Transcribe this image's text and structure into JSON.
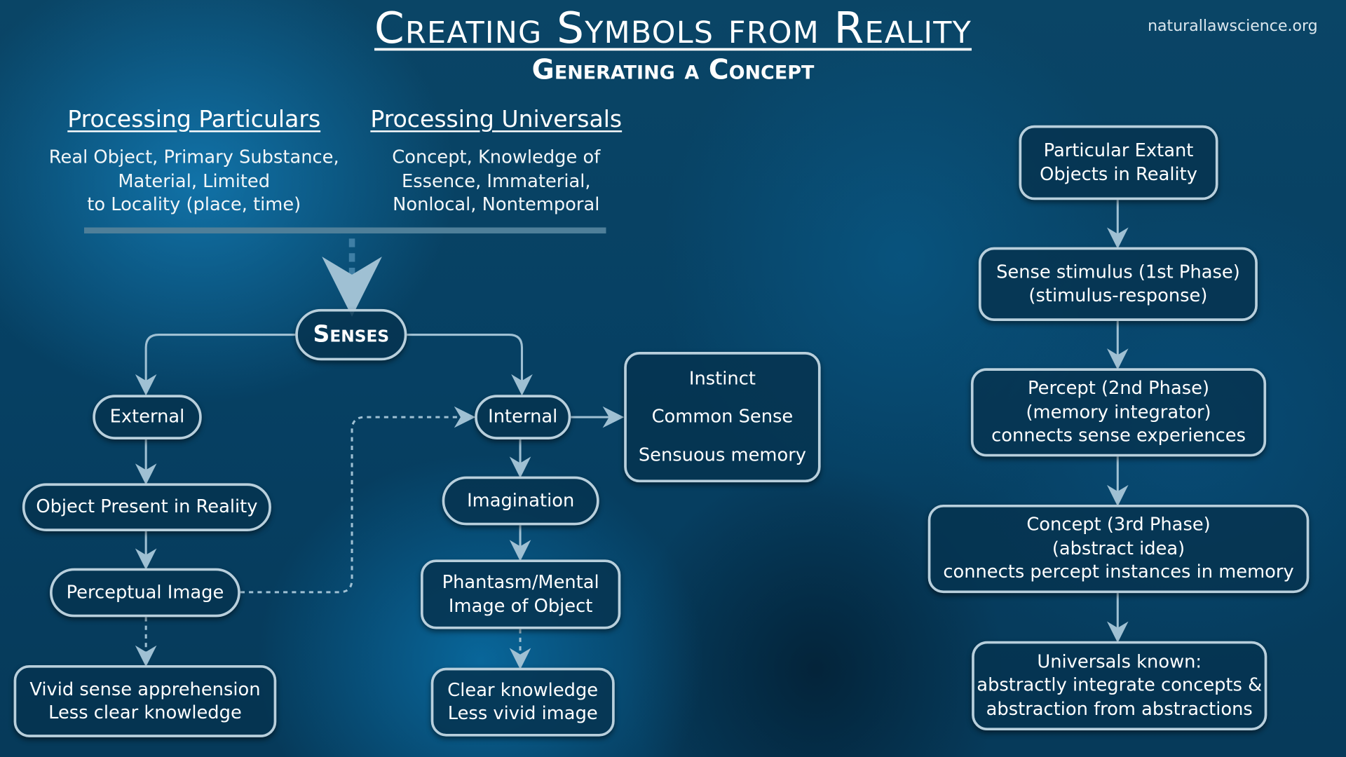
{
  "title": "Creating Symbols from Reality",
  "subtitle": "Generating a Concept",
  "site": "naturallawscience.org",
  "particulars": {
    "heading": "Processing Particulars",
    "lines": [
      "Real Object, Primary Substance,",
      "Material, Limited",
      "to Locality (place, time)"
    ]
  },
  "universals": {
    "heading": "Processing Universals",
    "lines": [
      "Concept, Knowledge of",
      "Essence, Immaterial,",
      "Nonlocal, Nontemporal"
    ]
  },
  "left": {
    "senses": "Senses",
    "external": "External",
    "internal": "Internal",
    "faculties": [
      "Instinct",
      "Common Sense",
      "Sensuous memory"
    ],
    "object_present": "Object Present in Reality",
    "perceptual_image": "Perceptual Image",
    "vivid": [
      "Vivid sense apprehension",
      "Less clear knowledge"
    ],
    "imagination": "Imagination",
    "phantasm": [
      "Phantasm/Mental",
      "Image of Object"
    ],
    "clear": [
      "Clear knowledge",
      "Less vivid image"
    ]
  },
  "right": {
    "particular": [
      "Particular Extant",
      "Objects in Reality"
    ],
    "stimulus": [
      "Sense stimulus (1st Phase)",
      "(stimulus-response)"
    ],
    "percept": [
      "Percept (2nd Phase)",
      "(memory integrator)",
      "connects sense experiences"
    ],
    "concept": [
      "Concept (3rd Phase)",
      "(abstract idea)",
      "connects percept instances in memory"
    ],
    "universals": [
      "Universals known:",
      "abstractly integrate concepts &",
      "abstraction from abstractions"
    ]
  },
  "colors": {
    "connector": "#9fc0d3",
    "border": "#b8cfdc",
    "bg": "#06304a"
  }
}
